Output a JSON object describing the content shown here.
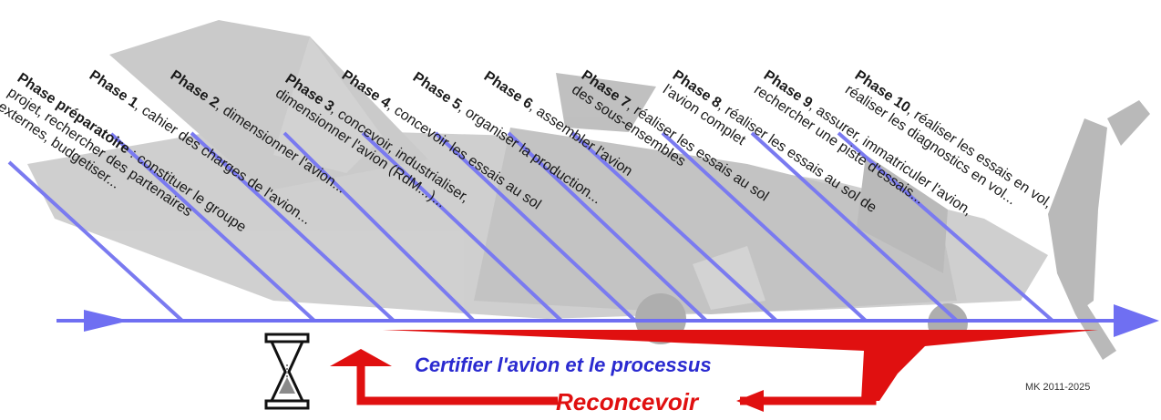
{
  "phases": [
    {
      "title": "Phase préparatoire",
      "sep": " : ",
      "lines": [
        "constituer le groupe",
        "projet, rechercher des partenaires",
        "externes, budgetiser..."
      ]
    },
    {
      "title": "Phase 1",
      "sep": ", ",
      "lines": [
        "cahier des charges de l'avion..."
      ]
    },
    {
      "title": "Phase 2",
      "sep": ", ",
      "lines": [
        "dimensionner l'avion..."
      ]
    },
    {
      "title": "Phase 3",
      "sep": ", ",
      "lines": [
        "concevoir, industrialiser,",
        "dimensionner l'avion (RdM...)..."
      ]
    },
    {
      "title": "Phase 4",
      "sep": ", ",
      "lines": [
        "concevoir les essais au sol"
      ]
    },
    {
      "title": "Phase 5",
      "sep": ", ",
      "lines": [
        "organiser la production..."
      ]
    },
    {
      "title": "Phase 6",
      "sep": ", ",
      "lines": [
        "assembler l'avion"
      ]
    },
    {
      "title": "Phase 7",
      "sep": ", ",
      "lines": [
        "réaliser les essais au sol",
        "des sous-ensembles"
      ]
    },
    {
      "title": "Phase 8",
      "sep": ", ",
      "lines": [
        "réaliser les essais au sol  de",
        "l'avion complet"
      ]
    },
    {
      "title": "Phase 9",
      "sep": ", ",
      "lines": [
        "assurer, immatriculer l'avion,",
        "rechercher une piste d'essais..."
      ]
    },
    {
      "title": "Phase 10",
      "sep": ", ",
      "lines": [
        "réaliser les essais en vol,",
        "réaliser les diagnostics en vol..."
      ]
    }
  ],
  "certify_label": "Certifier l'avion et le processus",
  "redesign_label": "Reconcevoir",
  "credit": "MK 2011-2025",
  "colors": {
    "timeline": "#6f6ff2",
    "phase_line": "#7a7af0",
    "redesign": "#e01010",
    "certify": "#2a2ad0",
    "plane": "#b8b8b8"
  },
  "icons": {
    "hourglass": "hourglass-icon",
    "plane": "airplane-silhouette"
  }
}
